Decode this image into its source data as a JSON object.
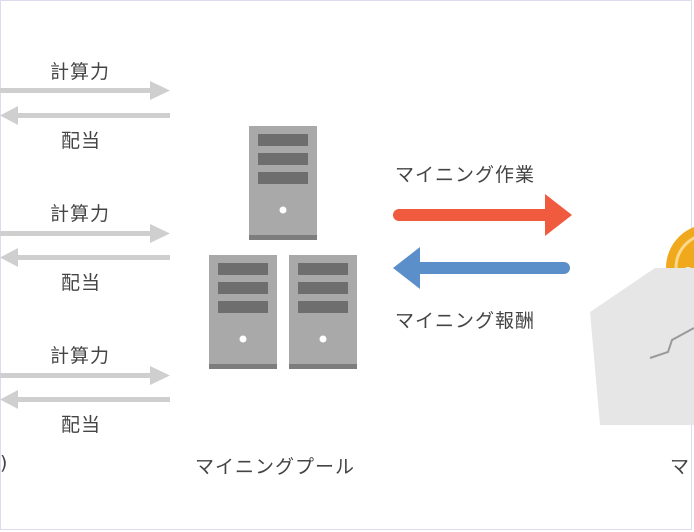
{
  "left_links": [
    {
      "top_label": "計算力",
      "bottom_label": "配当"
    },
    {
      "top_label": "計算力",
      "bottom_label": "配当"
    },
    {
      "top_label": "計算力",
      "bottom_label": "配当"
    }
  ],
  "left_caption_fragment": ")",
  "pool_label": "マイニングプール",
  "right_arrows": {
    "work_label": "マイニング作業",
    "reward_label": "マイニング報酬",
    "work_color": "#f05a3e",
    "reward_color": "#5b8fc9"
  },
  "right_caption_fragment": "マ",
  "colors": {
    "gray_arrow": "#cfcfcf",
    "server_body": "#a9a9a9",
    "server_slot": "#6e6e6e",
    "coin": "#f0a81c",
    "wallet": "#e6e6e6"
  }
}
